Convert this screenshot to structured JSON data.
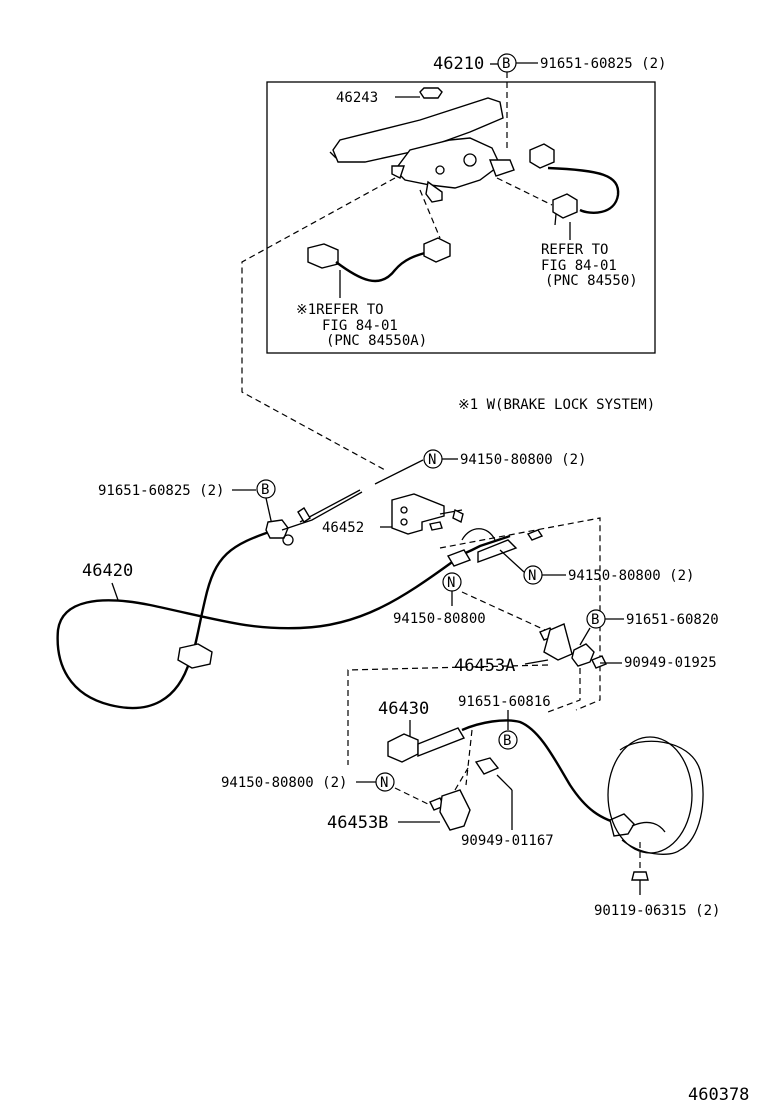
{
  "diagram_id": "460378",
  "lever_assembly": {
    "part_no": "46210",
    "bolt_marker": "B",
    "bolt_part": "91651-60825 (2)",
    "knob_part": "46243",
    "ref_right": [
      "REFER TO",
      "FIG 84-01",
      "(PNC 84550)"
    ],
    "ref_left": [
      "※1REFER TO",
      "FIG 84-01",
      "(PNC 84550A)"
    ]
  },
  "note": "※1 W(BRAKE LOCK SYSTEM)",
  "callouts": {
    "nut_top": "94150-80800 (2)",
    "bolt_left": "91651-60825 (2)",
    "bracket_46452": "46452",
    "cable_front": "46420",
    "nut_right": "94150-80800 (2)",
    "nut_mid": "94150-80800",
    "bolt_mid": "91651-60820",
    "bracket_46453a": "46453A",
    "clip_mid": "90949-01925",
    "cable_rear": "46430",
    "bolt_rear": "91651-60816",
    "nut_lower": "94150-80800 (2)",
    "bracket_46453b": "46453B",
    "clip_lower": "90949-01167",
    "screw_drum": "90119-06315 (2)"
  },
  "markers": {
    "nut": "N",
    "bolt": "B"
  }
}
